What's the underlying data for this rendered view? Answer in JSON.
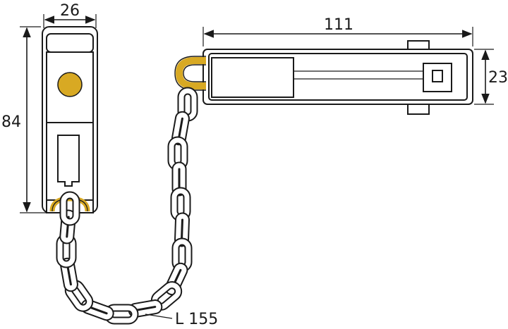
{
  "dimensions": {
    "width_top_left": "26",
    "length_slide": "111",
    "height_slide": "23",
    "height_plate": "84",
    "chain_length": "L 155"
  },
  "colors": {
    "brass": "#d8a923",
    "outline": "#1a1a1a",
    "metal_fill": "#ffffff"
  }
}
